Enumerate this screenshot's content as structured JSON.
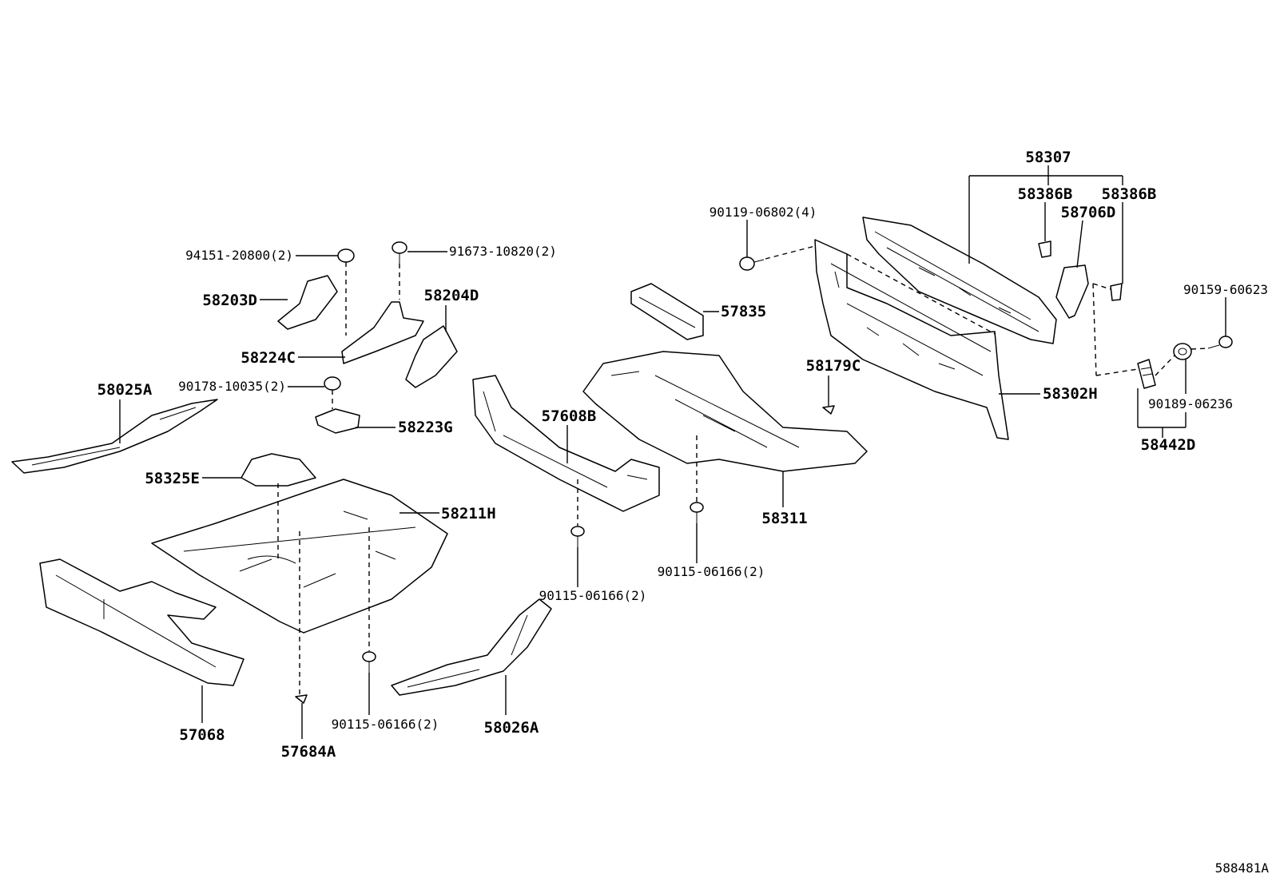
{
  "diagram_id": "588481A",
  "labels": {
    "p58307": "58307",
    "p58386B_a": "58386B",
    "p58386B_b": "58386B",
    "p58706D": "58706D",
    "p90119": "90119-06802(4)",
    "p90159": "90159-60623",
    "p94151": "94151-20800(2)",
    "p91673": "91673-10820(2)",
    "p58203D": "58203D",
    "p58204D": "58204D",
    "p57835": "57835",
    "p58224C": "58224C",
    "p58179C": "58179C",
    "p58302H": "58302H",
    "p90189": "90189-06236",
    "p58442D": "58442D",
    "p58025A": "58025A",
    "p90178": "90178-10035(2)",
    "p58223G": "58223G",
    "p57608B": "57608B",
    "p58325E": "58325E",
    "p58211H": "58211H",
    "p58311": "58311",
    "p90115_a": "90115-06166(2)",
    "p90115_b": "90115-06166(2)",
    "p90115_c": "90115-06166(2)",
    "p57068": "57068",
    "p57684A": "57684A",
    "p58026A": "58026A"
  }
}
